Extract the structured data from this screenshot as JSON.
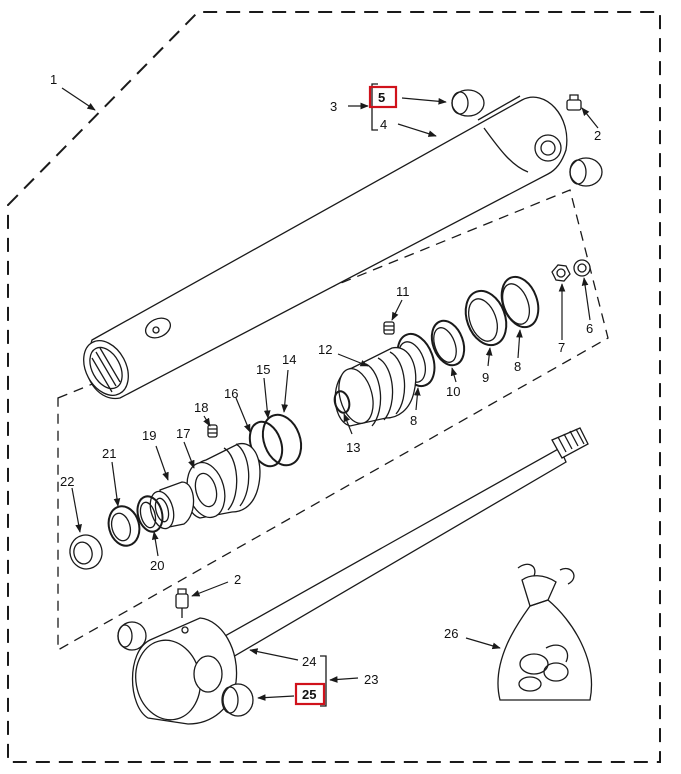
{
  "callouts": [
    {
      "id": "c1",
      "label": "1"
    },
    {
      "id": "c2a",
      "label": "2"
    },
    {
      "id": "c2b",
      "label": "2"
    },
    {
      "id": "c3",
      "label": "3"
    },
    {
      "id": "c4",
      "label": "4"
    },
    {
      "id": "c5",
      "label": "5"
    },
    {
      "id": "c6",
      "label": "6"
    },
    {
      "id": "c7",
      "label": "7"
    },
    {
      "id": "c8a",
      "label": "8"
    },
    {
      "id": "c8b",
      "label": "8"
    },
    {
      "id": "c9",
      "label": "9"
    },
    {
      "id": "c10",
      "label": "10"
    },
    {
      "id": "c11",
      "label": "11"
    },
    {
      "id": "c12",
      "label": "12"
    },
    {
      "id": "c13",
      "label": "13"
    },
    {
      "id": "c14",
      "label": "14"
    },
    {
      "id": "c15",
      "label": "15"
    },
    {
      "id": "c16",
      "label": "16"
    },
    {
      "id": "c17",
      "label": "17"
    },
    {
      "id": "c18",
      "label": "18"
    },
    {
      "id": "c19",
      "label": "19"
    },
    {
      "id": "c20",
      "label": "20"
    },
    {
      "id": "c21",
      "label": "21"
    },
    {
      "id": "c22",
      "label": "22"
    },
    {
      "id": "c23",
      "label": "23"
    },
    {
      "id": "c24",
      "label": "24"
    },
    {
      "id": "c25",
      "label": "25"
    },
    {
      "id": "c26",
      "label": "26"
    }
  ],
  "highlighted_callouts": [
    "5",
    "25"
  ],
  "colors": {
    "line": "#1a1a1a",
    "highlight": "#d0121b",
    "background": "#ffffff"
  }
}
